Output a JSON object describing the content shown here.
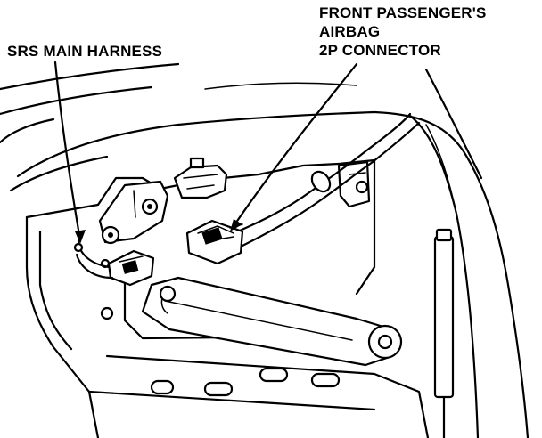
{
  "labels": {
    "srs_main_harness": "SRS MAIN HARNESS",
    "front_passenger_airbag_connector": {
      "line1": "FRONT PASSENGER'S",
      "line2": "AIRBAG",
      "line3": "2P CONNECTOR"
    }
  },
  "colors": {
    "ink": "#000000",
    "paper": "#ffffff"
  }
}
